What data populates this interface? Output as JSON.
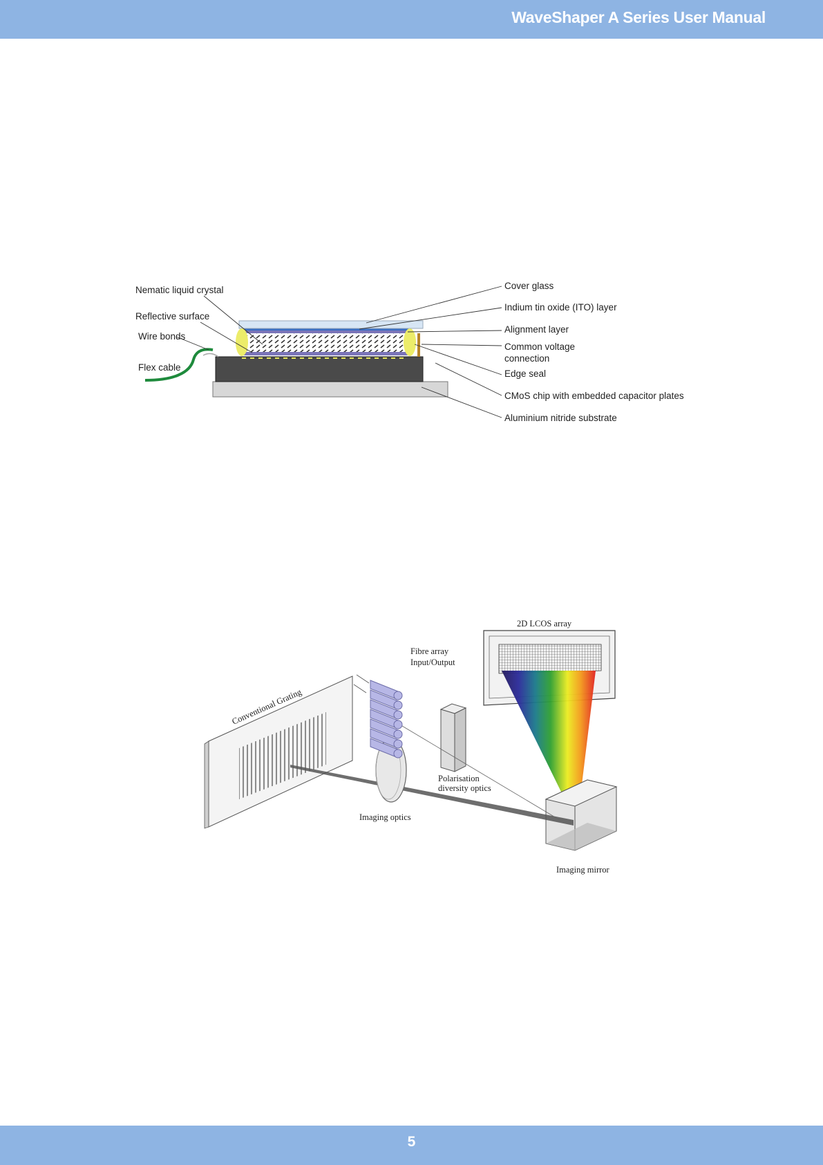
{
  "header": {
    "title": "WaveShaper A Series User Manual"
  },
  "footer": {
    "page_number": "5"
  },
  "figure1": {
    "labels_left": [
      "Nematic liquid crystal",
      "Reflective surface",
      "Wire bonds",
      "Flex cable"
    ],
    "labels_right": [
      "Cover glass",
      "Indium tin oxide (ITO) layer",
      "Alignment layer",
      "Common voltage",
      "connection",
      "Edge seal",
      "CMoS chip with embedded capacitor plates",
      "Aluminium nitride substrate"
    ]
  },
  "figure2": {
    "lcos_label": "2D LCOS array",
    "fibre_label_1": "Fibre array",
    "fibre_label_2": "Input/Output",
    "grating_label": "Conventional Grating",
    "polarisation_label_1": "Polarisation",
    "polarisation_label_2": "diversity optics",
    "imaging_optics_label": "Imaging optics",
    "imaging_mirror_label": "Imaging mirror"
  },
  "colors": {
    "header_bar": "#8eb4e3",
    "flex_cable": "#1e8a3c",
    "edge_seal": "#ecec6a"
  }
}
